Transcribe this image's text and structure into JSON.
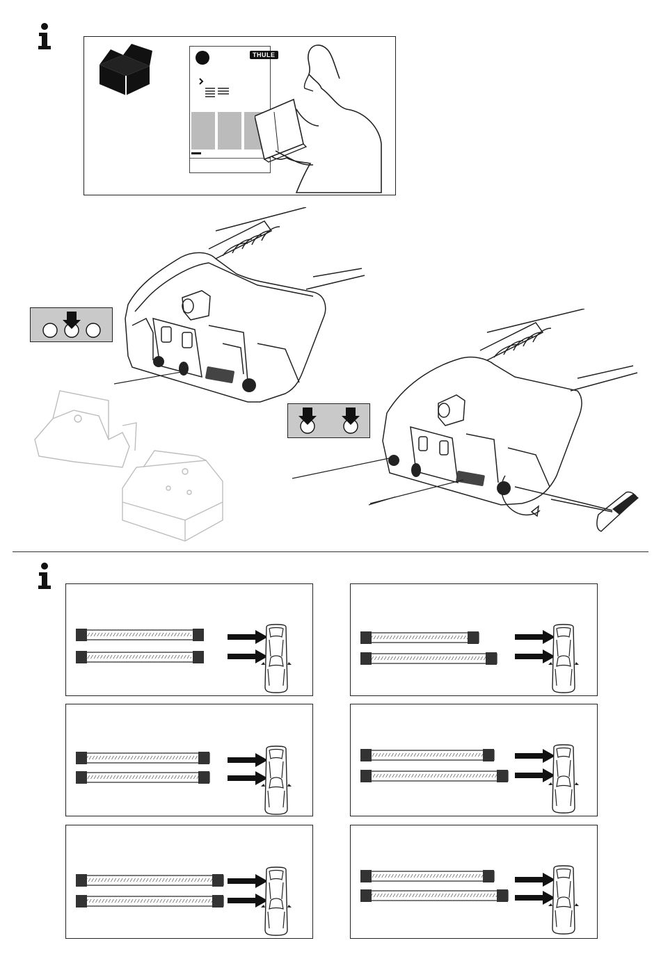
{
  "brand": {
    "logo_text": "THULE"
  },
  "icons": {
    "info": "info-icon",
    "box": "box-icon",
    "person": "person-reading-icon",
    "arrow": "arrow-down-icon",
    "car": "car-top-view-icon",
    "tool": "hex-key-icon"
  },
  "colors": {
    "line": "#222222",
    "fill_gray": "#c9c9c9",
    "light_gray": "#d8d8d8",
    "dark": "#111111"
  },
  "position_panels": [
    {
      "id": "p1",
      "bars": 2
    },
    {
      "id": "p2",
      "bars": 2
    },
    {
      "id": "p3",
      "bars": 2
    },
    {
      "id": "p4",
      "bars": 2
    },
    {
      "id": "p5",
      "bars": 2
    },
    {
      "id": "p6",
      "bars": 2
    }
  ]
}
